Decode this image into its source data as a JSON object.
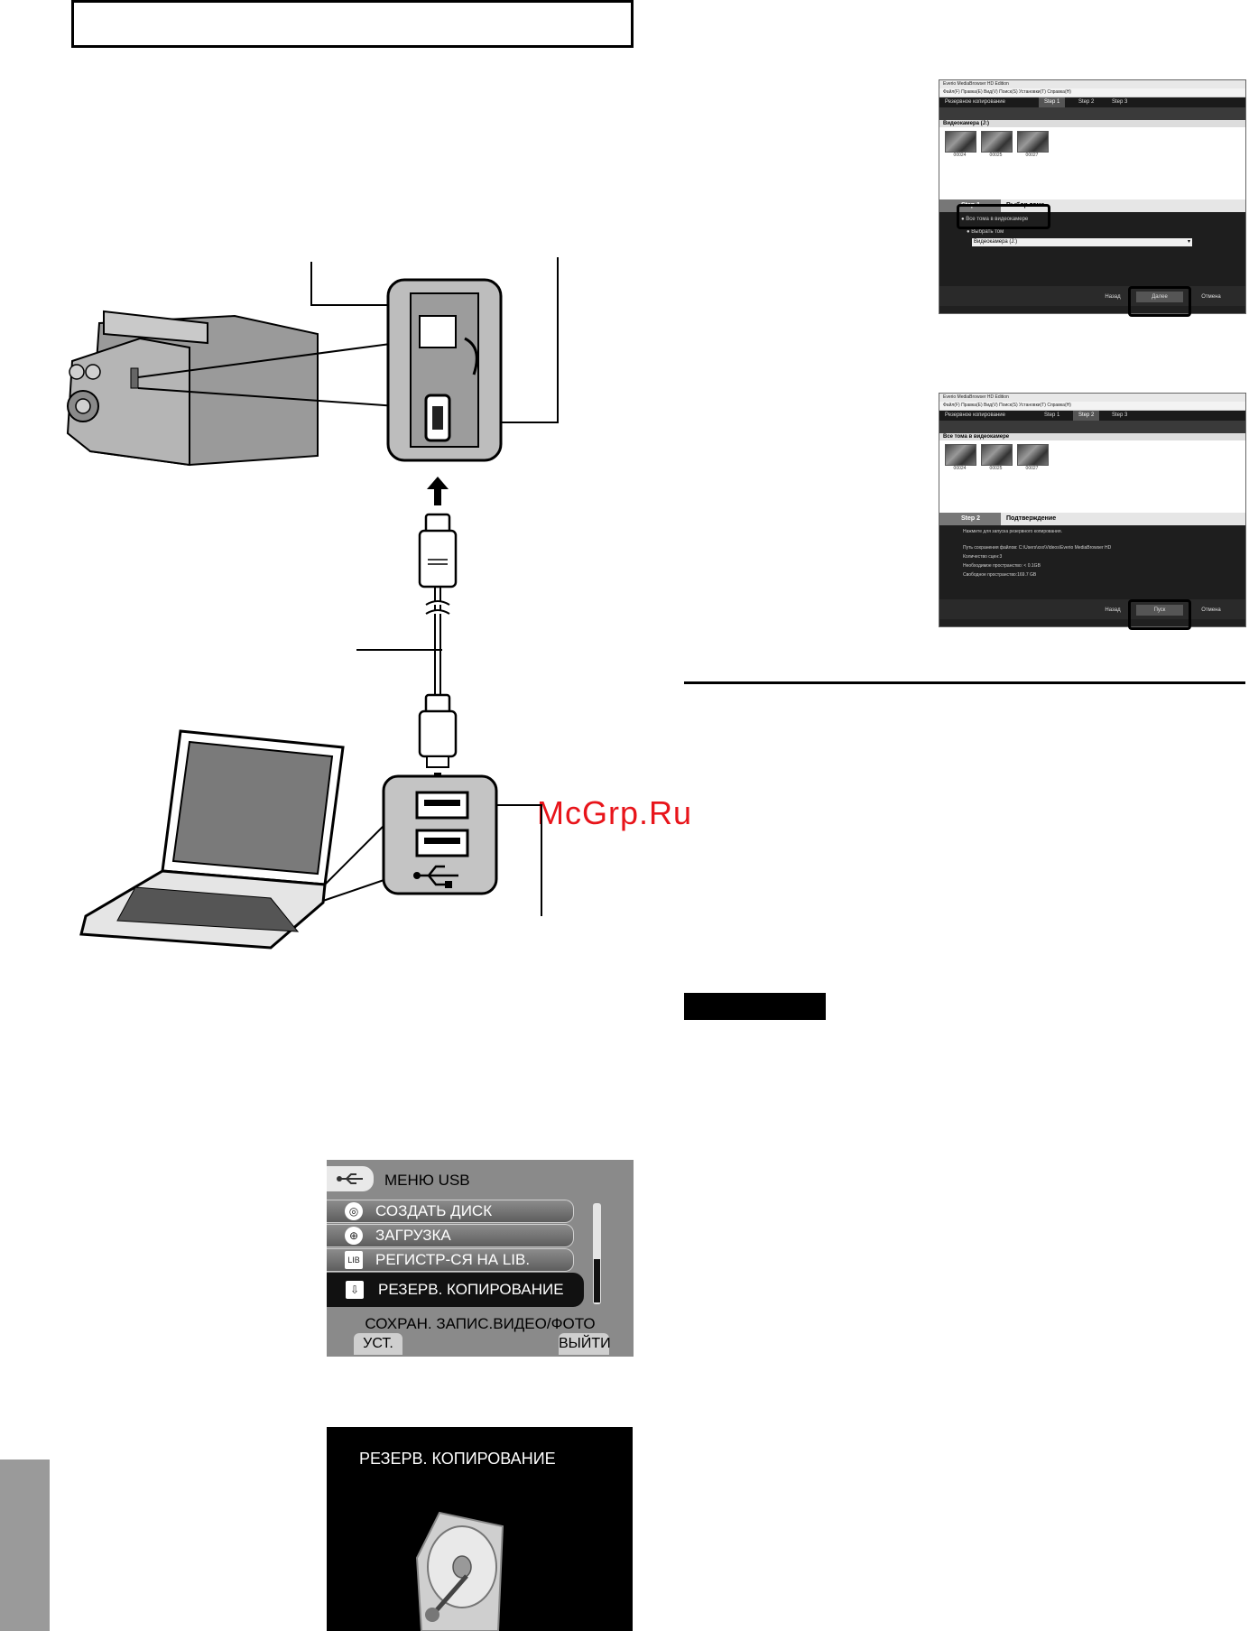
{
  "watermark": "McGrp.Ru",
  "camera_menu": {
    "header": "МЕНЮ USB",
    "items": [
      {
        "label": "СОЗДАТЬ ДИСК",
        "icon": "disc-icon"
      },
      {
        "label": "ЗАГРУЗКА",
        "icon": "globe-icon"
      },
      {
        "label": "РЕГИСТР-СЯ НА LIB.",
        "icon": "library-icon"
      },
      {
        "label": "РЕЗЕРВ. КОПИРОВАНИЕ",
        "icon": "backup-icon",
        "selected": true
      }
    ],
    "description": "СОХРАН. ЗАПИС.ВИДЕО/ФОТО",
    "left_softkey": "УСТ.",
    "right_softkey": "ВЫЙТИ"
  },
  "backup_screen": {
    "title": "РЕЗЕРВ. КОПИРОВАНИЕ"
  },
  "app_step1": {
    "title": "Everio MediaBrowser HD Edition",
    "menu": "Файл(F)  Правка(E)  Вид(V)  Поиск(S)  Установки(T)  Справка(H)",
    "tab_main": "Резервное копирование",
    "steps": [
      "Step 1",
      "Step 2",
      "Step 3"
    ],
    "list_header": "Видеокамера (J:)",
    "thumb_captions": [
      "00024",
      "00025",
      "00027"
    ],
    "panel_step": "Step 1",
    "panel_title": "Выбор тома",
    "option_all": "Все тома в видеокамере",
    "option_select": "Выбрать том",
    "select_value": "Видеокамера (J:)",
    "btn_back": "Назад",
    "btn_next": "Далее",
    "btn_cancel": "Отмена"
  },
  "app_step2": {
    "title": "Everio MediaBrowser HD Edition",
    "menu": "Файл(F)  Правка(E)  Вид(V)  Поиск(S)  Установки(T)  Справка(H)",
    "tab_main": "Резервное копирование",
    "steps": [
      "Step 1",
      "Step 2",
      "Step 3"
    ],
    "list_header": "Все тома в видеокамере",
    "thumb_captions": [
      "00024",
      "00025",
      "00027"
    ],
    "panel_step": "Step 2",
    "panel_title": "Подтверждение",
    "lines": [
      "Нажмите для запуска резервного копирования.",
      "Путь сохранения файлов: C:\\Users\\xxx\\Videos\\Everio MediaBrowser HD",
      "Количество сцен:3",
      "Необходимое пространство: < 0.1GB",
      "Свободное пространство:169.7 GB"
    ],
    "btn_back": "Назад",
    "btn_start": "Пуск",
    "btn_cancel": "Отмена"
  }
}
